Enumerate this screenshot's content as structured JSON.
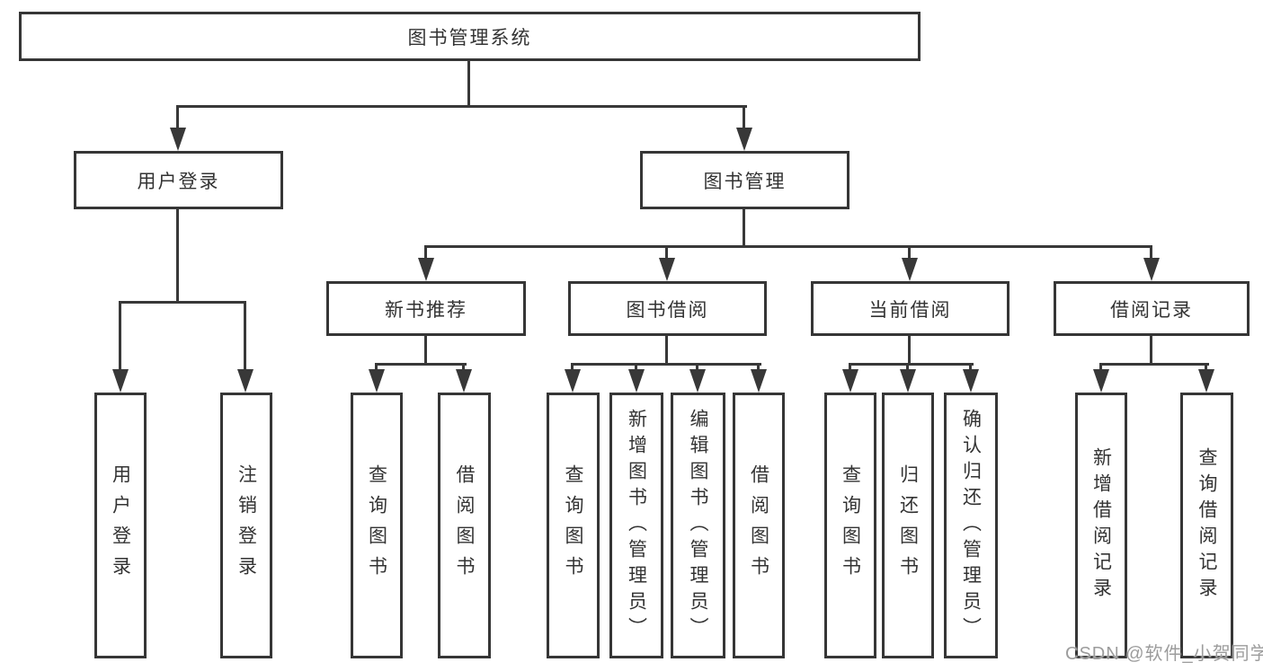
{
  "diagram_type": "hierarchy-tree",
  "tree": {
    "label": "图书管理系统",
    "children": [
      {
        "label": "用户登录",
        "children": [
          {
            "label": "用户登录"
          },
          {
            "label": "注销登录"
          }
        ]
      },
      {
        "label": "图书管理",
        "children": [
          {
            "label": "新书推荐",
            "children": [
              {
                "label": "查询图书"
              },
              {
                "label": "借阅图书"
              }
            ]
          },
          {
            "label": "图书借阅",
            "children": [
              {
                "label": "查询图书"
              },
              {
                "label": "新增图书（管理员）"
              },
              {
                "label": "编辑图书（管理员）"
              },
              {
                "label": "借阅图书"
              }
            ]
          },
          {
            "label": "当前借阅",
            "children": [
              {
                "label": "查询图书"
              },
              {
                "label": "归还图书"
              },
              {
                "label": "确认归还（管理员）"
              }
            ]
          },
          {
            "label": "借阅记录",
            "children": [
              {
                "label": "新增借阅记录"
              },
              {
                "label": "查询借阅记录"
              }
            ]
          }
        ]
      }
    ]
  },
  "watermark": {
    "text": "CSDN @软件_小贺同学"
  },
  "colors": {
    "line": "#383838",
    "box_border": "#363636",
    "text": "#333333",
    "watermark": "#9c9c9c",
    "background": "#ffffff"
  }
}
